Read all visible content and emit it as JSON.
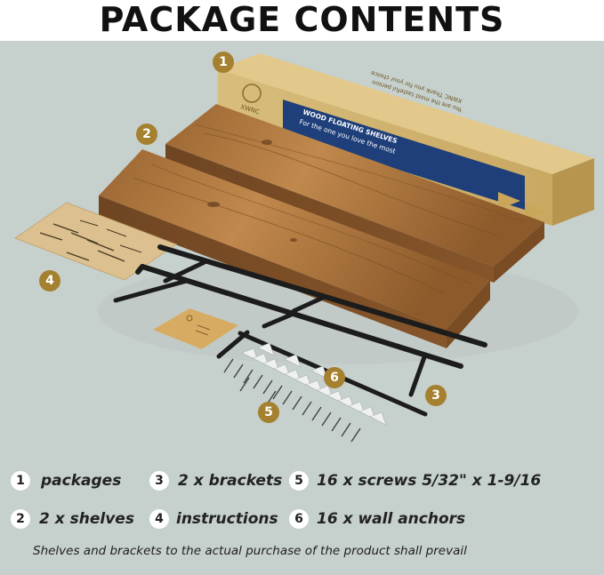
{
  "title": "PACKAGE CONTENTS",
  "box": {
    "brand": "XWNC",
    "line1": "WOOD FLOATING SHELVES",
    "line2": "For the one you love the most",
    "line3": "XWNC Thank you for your choice",
    "line4": "You are the most tasteful person"
  },
  "callouts": [
    "1",
    "2",
    "4",
    "6",
    "5",
    "3"
  ],
  "legend": [
    {
      "num": "1",
      "text": "packages"
    },
    {
      "num": "3",
      "text": "2 x brackets"
    },
    {
      "num": "5",
      "text": "16 x screws 5/32\" x 1-9/16"
    },
    {
      "num": "2",
      "text": "2 x shelves"
    },
    {
      "num": "4",
      "text": "instructions"
    },
    {
      "num": "6",
      "text": "16 x wall anchors"
    }
  ],
  "footnote": "Shelves and brackets to the actual purchase of the product shall prevail",
  "colors": {
    "background": "#c6d0cd",
    "badge": "#a5812f",
    "wood": "#a06a37",
    "bracket": "#1c1c1c"
  }
}
